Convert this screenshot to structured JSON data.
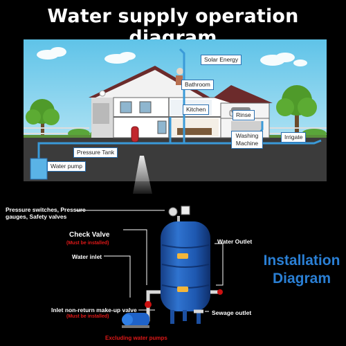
{
  "title": "Water supply operation diagram",
  "labels": {
    "solar": "Solar Energy",
    "bathroom": "Bathroom",
    "kitchen": "Kitchen",
    "rinse": "Rinse",
    "washing": "Washing Machine",
    "irrigate": "Irrigate",
    "pressure_tank": "Pressure Tank",
    "water_pump": "Water pump"
  },
  "install": {
    "pressure_switches": "Pressure switches, Pressure gauges, Safety valves",
    "check_valve": "Check Valve",
    "check_valve_note": "(Must be installed)",
    "water_inlet": "Water inlet",
    "inlet_valve": "Inlet non-return make-up valve",
    "inlet_valve_note": "(Must be installed)",
    "excluding": "Excluding water pumps",
    "water_outlet": "Water Outlet",
    "sewage_outlet": "Sewage outlet",
    "installation_line1": "Installation",
    "installation_line2": "Diagram"
  },
  "colors": {
    "pipe": "#3a9ad8",
    "tank": "#1f5fb8",
    "accent": "#2a7fd4",
    "warning": "#e01818"
  }
}
